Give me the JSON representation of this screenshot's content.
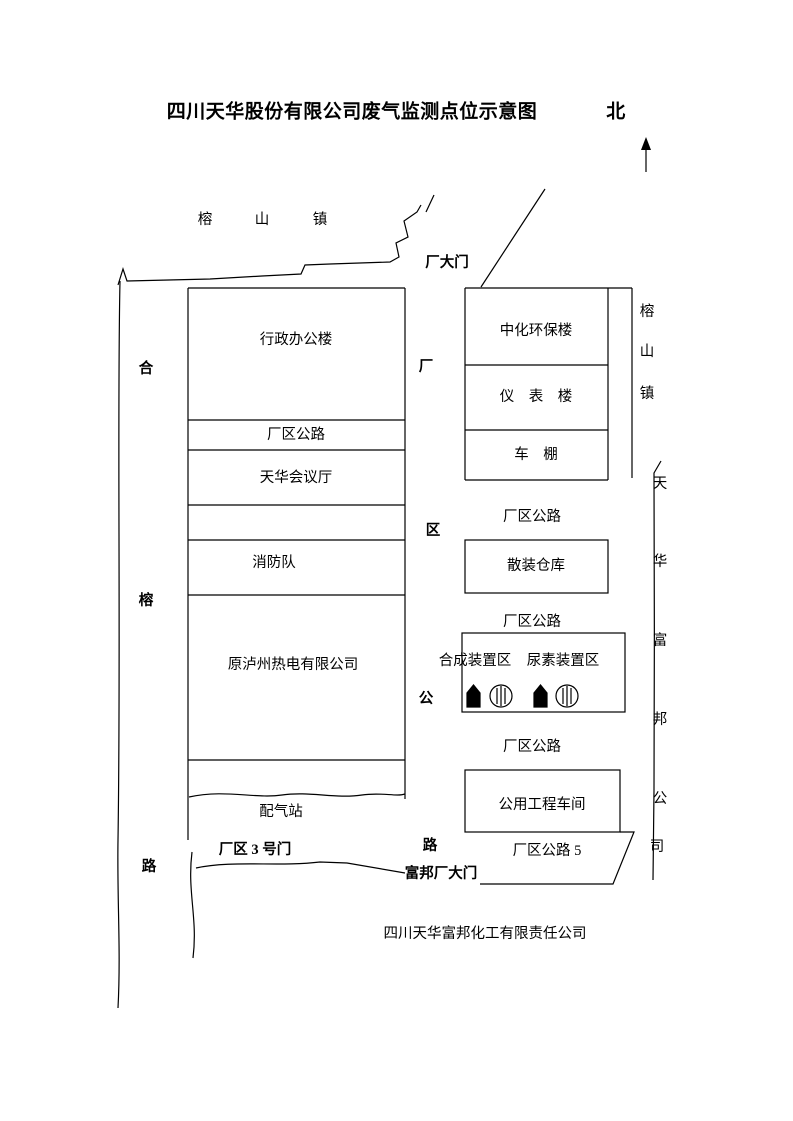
{
  "title": "四川天华股份有限公司废气监测点位示意图",
  "compass": {
    "north": "北"
  },
  "roads": {
    "top_town": [
      "榕",
      "山",
      "镇"
    ],
    "left_road": [
      "合",
      "榕",
      "路"
    ],
    "middle_road": [
      "厂",
      "区",
      "公",
      "路"
    ],
    "right_town": [
      "榕",
      "山",
      "镇"
    ],
    "right_company": [
      "天",
      "华",
      "富",
      "邦",
      "公",
      "司"
    ],
    "factory_road": "厂区公路",
    "factory_road_5": "厂区公路 5"
  },
  "gates": {
    "main_gate": "厂大门",
    "gate_3": "厂区 3 号门",
    "fubang_gate": "富邦厂大门"
  },
  "buildings": {
    "admin_office": "行政办公楼",
    "factory_road_row": "厂区公路",
    "conference_hall": "天华会议厅",
    "fire_brigade": "消防队",
    "thermal_power": "原泸州热电有限公司",
    "gas_distribution": "配气站",
    "env_protection": "中化环保楼",
    "instrument_building": "仪　表　楼",
    "carport": "车　棚",
    "bulk_warehouse": "散装仓库",
    "synthesis_area": "合成装置区",
    "urea_area": "尿素装置区",
    "public_works": "公用工程车间"
  },
  "footer": {
    "fubang_company": "四川天华富邦化工有限责任公司"
  },
  "icons": {
    "building_marker": "black-house-marker",
    "tank_marker": "striped-tank-marker"
  },
  "colors": {
    "line": "#000000",
    "background": "#ffffff"
  }
}
